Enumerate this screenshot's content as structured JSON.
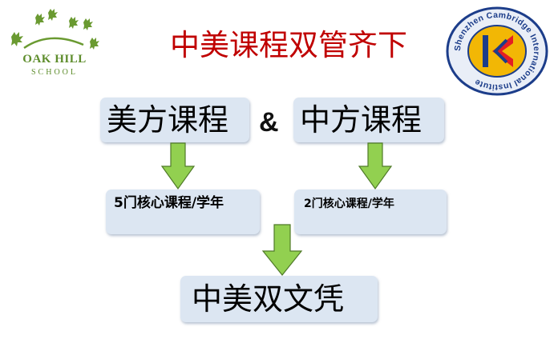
{
  "header": {
    "title": "中美课程双管齐下"
  },
  "logos": {
    "left": {
      "line1": "OAK HILL",
      "line2": "SCHOOL",
      "color": "#5e8d2c"
    },
    "right": {
      "ring_text": "Shenzhen Cambridge International Institute",
      "colors": {
        "ring": "#1c3d8a",
        "inner": "#f2b705",
        "mark_blue": "#1c3d8a",
        "mark_red": "#e31e24"
      }
    }
  },
  "diagram": {
    "left_box": {
      "label": "美方课程"
    },
    "connector": "&",
    "right_box": {
      "label": "中方课程"
    },
    "left_detail": {
      "label": "5门核心课程/学年"
    },
    "right_detail": {
      "label": "2门核心课程/学年"
    },
    "result_box": {
      "label": "中美双文凭"
    },
    "arrow_color": "#92d050",
    "box_color": "#dce6f2"
  }
}
